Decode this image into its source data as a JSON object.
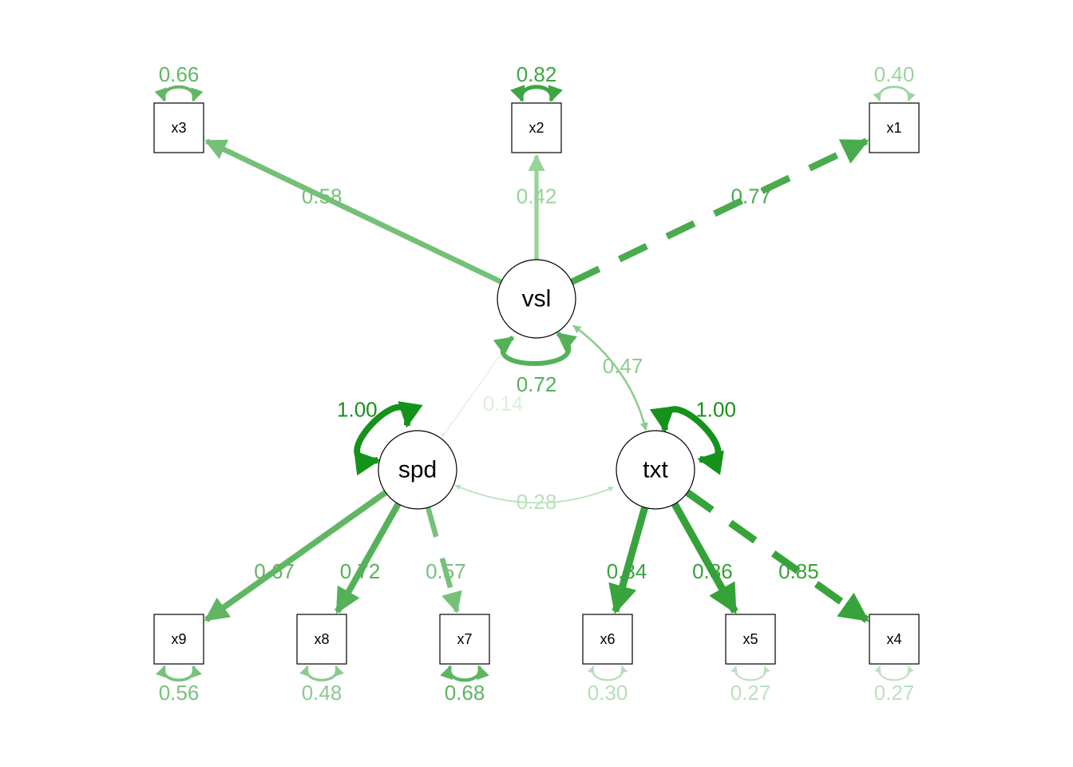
{
  "latent_nodes": [
    {
      "id": "vsl",
      "label": "vsl"
    },
    {
      "id": "spd",
      "label": "spd"
    },
    {
      "id": "txt",
      "label": "txt"
    }
  ],
  "observed_nodes": [
    {
      "id": "x1",
      "label": "x1"
    },
    {
      "id": "x2",
      "label": "x2"
    },
    {
      "id": "x3",
      "label": "x3"
    },
    {
      "id": "x4",
      "label": "x4"
    },
    {
      "id": "x5",
      "label": "x5"
    },
    {
      "id": "x6",
      "label": "x6"
    },
    {
      "id": "x7",
      "label": "x7"
    },
    {
      "id": "x8",
      "label": "x8"
    },
    {
      "id": "x9",
      "label": "x9"
    }
  ],
  "loadings": [
    {
      "from": "vsl",
      "to": "x3",
      "value": "0.58",
      "weight": 0.58,
      "dashed": false
    },
    {
      "from": "vsl",
      "to": "x2",
      "value": "0.42",
      "weight": 0.42,
      "dashed": false
    },
    {
      "from": "vsl",
      "to": "x1",
      "value": "0.77",
      "weight": 0.77,
      "dashed": true
    },
    {
      "from": "spd",
      "to": "x9",
      "value": "0.67",
      "weight": 0.67,
      "dashed": false
    },
    {
      "from": "spd",
      "to": "x8",
      "value": "0.72",
      "weight": 0.72,
      "dashed": false
    },
    {
      "from": "spd",
      "to": "x7",
      "value": "0.57",
      "weight": 0.57,
      "dashed": true
    },
    {
      "from": "txt",
      "to": "x6",
      "value": "0.84",
      "weight": 0.84,
      "dashed": false
    },
    {
      "from": "txt",
      "to": "x5",
      "value": "0.86",
      "weight": 0.86,
      "dashed": false
    },
    {
      "from": "txt",
      "to": "x4",
      "value": "0.85",
      "weight": 0.85,
      "dashed": true
    }
  ],
  "covariances": [
    {
      "between": [
        "spd",
        "vsl"
      ],
      "value": "0.14",
      "weight": 0.14
    },
    {
      "between": [
        "txt",
        "vsl"
      ],
      "value": "0.47",
      "weight": 0.47
    },
    {
      "between": [
        "spd",
        "txt"
      ],
      "value": "0.28",
      "weight": 0.28
    }
  ],
  "latent_variances": [
    {
      "node": "vsl",
      "value": "0.72",
      "weight": 0.72
    },
    {
      "node": "spd",
      "value": "1.00",
      "weight": 1.0
    },
    {
      "node": "txt",
      "value": "1.00",
      "weight": 1.0
    }
  ],
  "residual_variances": [
    {
      "node": "x3",
      "value": "0.66",
      "weight": 0.66
    },
    {
      "node": "x2",
      "value": "0.82",
      "weight": 0.82
    },
    {
      "node": "x1",
      "value": "0.40",
      "weight": 0.4
    },
    {
      "node": "x9",
      "value": "0.56",
      "weight": 0.56
    },
    {
      "node": "x8",
      "value": "0.48",
      "weight": 0.48
    },
    {
      "node": "x7",
      "value": "0.68",
      "weight": 0.68
    },
    {
      "node": "x6",
      "value": "0.30",
      "weight": 0.3
    },
    {
      "node": "x5",
      "value": "0.27",
      "weight": 0.27
    },
    {
      "node": "x4",
      "value": "0.27",
      "weight": 0.27
    }
  ],
  "colors": {
    "edge_dark": "#14921a",
    "edge_light": "#e2f5e2",
    "node_stroke": "#000000",
    "node_fill": "#ffffff"
  }
}
